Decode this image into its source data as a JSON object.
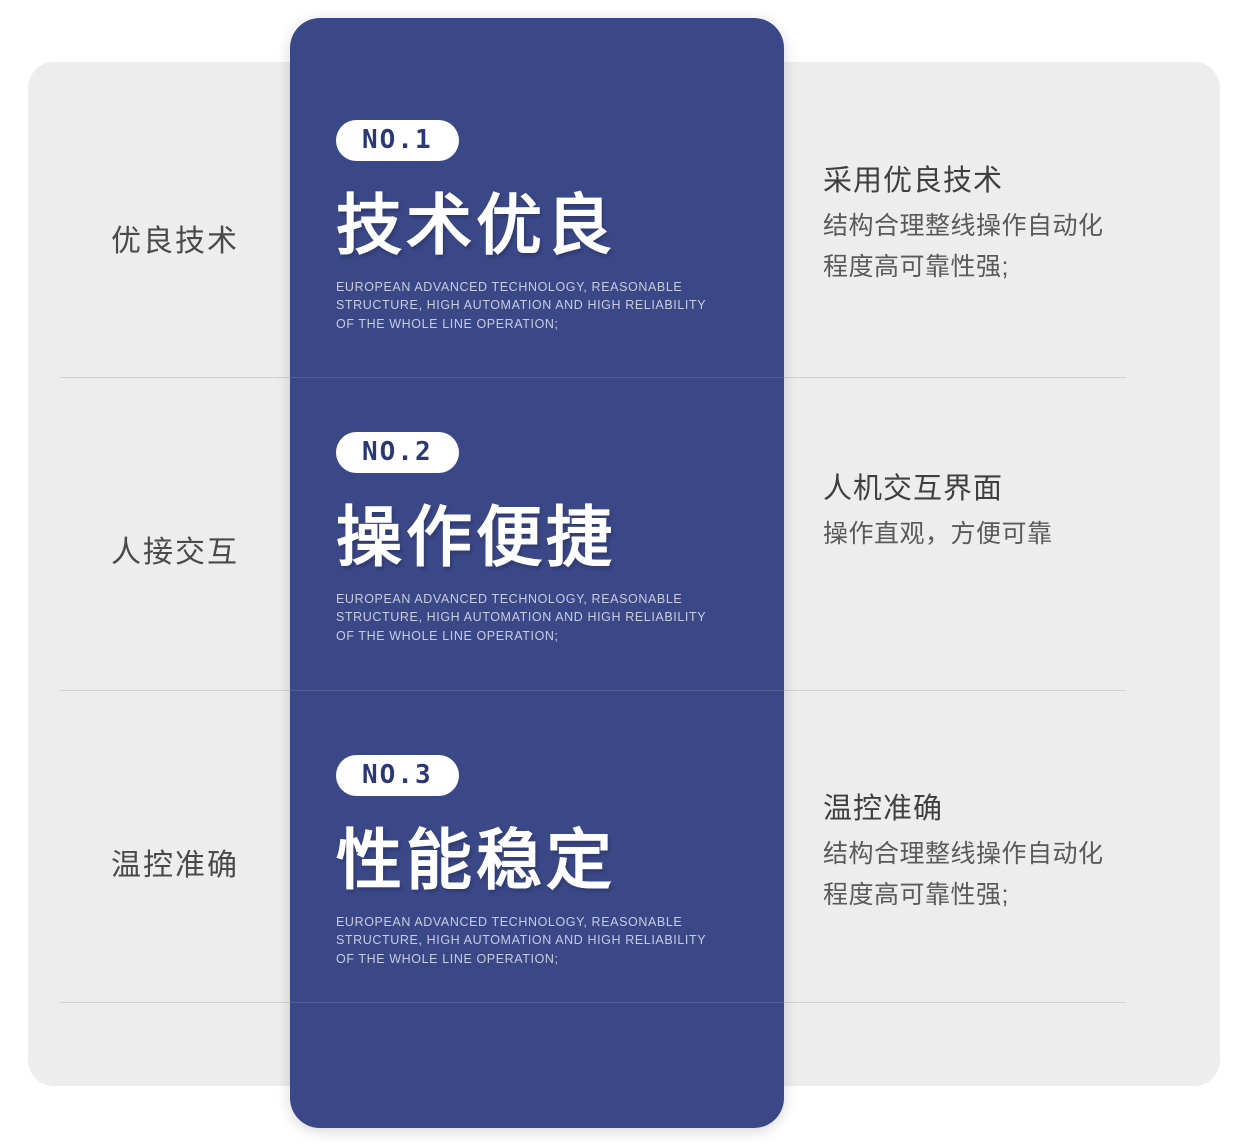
{
  "theme": {
    "brand_blue": "#3b4888",
    "badge_text_blue": "#2b3876",
    "panel_gray": "#ededed",
    "divider_gray": "#d2d2d2",
    "page_white": "#ffffff"
  },
  "left_labels": [
    {
      "text": "优良技术"
    },
    {
      "text": "人接交互"
    },
    {
      "text": "温控准确"
    }
  ],
  "features": [
    {
      "badge": "NO.1",
      "title": "技术优良",
      "english": [
        "EUROPEAN ADVANCED TECHNOLOGY, REASONABLE",
        "STRUCTURE, HIGH AUTOMATION AND HIGH RELIABILITY",
        "OF THE WHOLE LINE OPERATION;"
      ]
    },
    {
      "badge": "NO.2",
      "title": "操作便捷",
      "english": [
        "EUROPEAN ADVANCED TECHNOLOGY, REASONABLE",
        "STRUCTURE, HIGH AUTOMATION AND HIGH RELIABILITY",
        "OF THE WHOLE LINE OPERATION;"
      ]
    },
    {
      "badge": "NO.3",
      "title": "性能稳定",
      "english": [
        "EUROPEAN ADVANCED TECHNOLOGY, REASONABLE",
        "STRUCTURE, HIGH AUTOMATION AND HIGH RELIABILITY",
        "OF THE WHOLE LINE OPERATION;"
      ]
    }
  ],
  "right_descriptions": [
    {
      "title": "采用优良技术",
      "lines": [
        "结构合理整线操作自动化",
        "程度高可靠性强;"
      ]
    },
    {
      "title": "人机交互界面",
      "lines": [
        "操作直观，方便可靠"
      ]
    },
    {
      "title": "温控准确",
      "lines": [
        "结构合理整线操作自动化",
        "程度高可靠性强;"
      ]
    }
  ]
}
